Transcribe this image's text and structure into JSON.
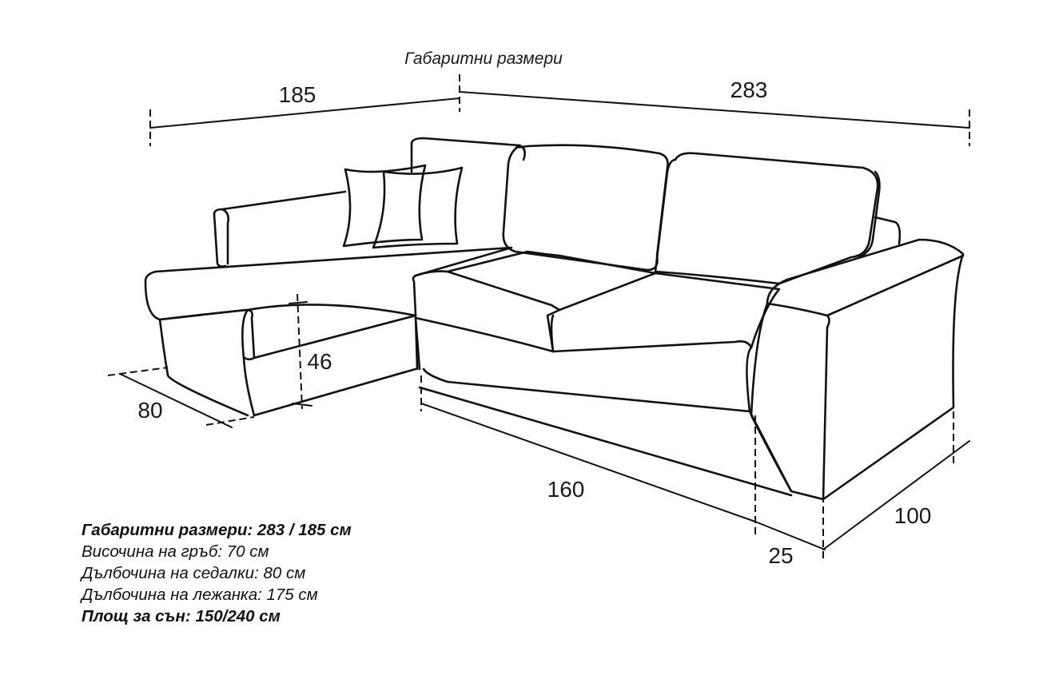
{
  "diagram": {
    "title": "Габаритни размери",
    "dimensions": {
      "width_left": "185",
      "width_right": "283",
      "depth_chaise": "80",
      "seat_height": "46",
      "seat_length": "160",
      "arm_width": "25",
      "depth_main": "100"
    }
  },
  "specs": [
    {
      "text": "Габаритни размери: 283 / 185 см",
      "bold": true
    },
    {
      "text": "Височина на гръб: 70 см",
      "bold": false
    },
    {
      "text": "Дълбочина на седалки: 80 см",
      "bold": false
    },
    {
      "text": "Дълбочина на лежанка: 175 см",
      "bold": false
    },
    {
      "text": "Площ за сън: 150/240 см",
      "bold": true
    }
  ]
}
